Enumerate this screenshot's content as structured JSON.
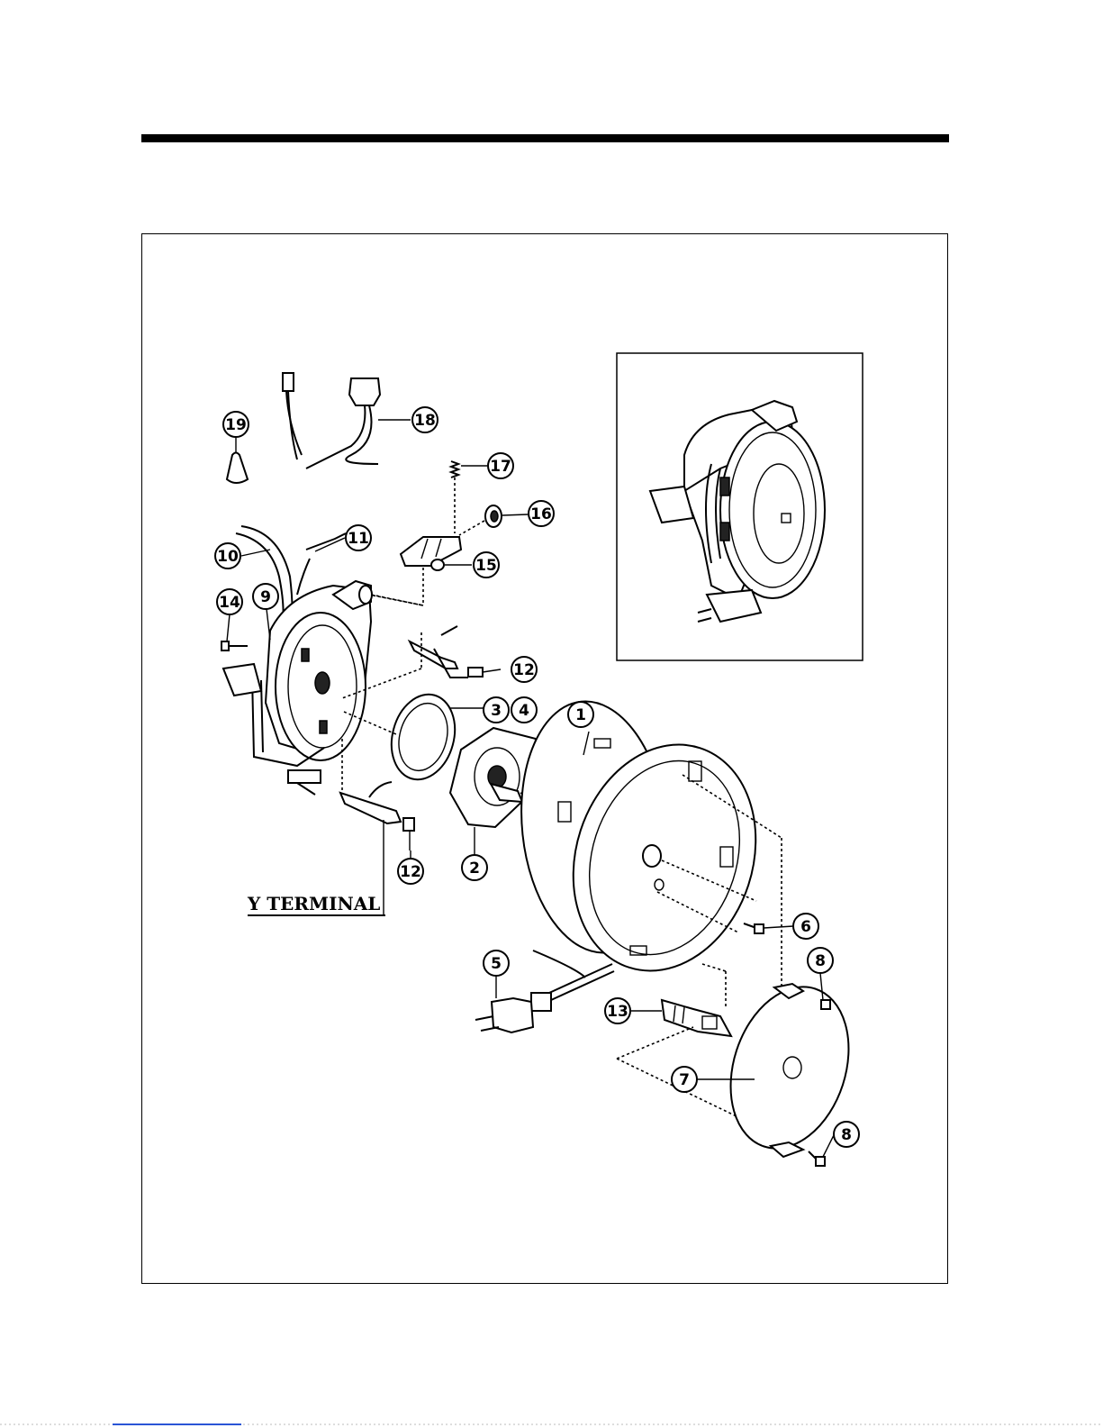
{
  "diagram": {
    "callouts": [
      {
        "id": "1",
        "label": "1"
      },
      {
        "id": "2",
        "label": "2"
      },
      {
        "id": "3",
        "label": "3"
      },
      {
        "id": "4",
        "label": "4"
      },
      {
        "id": "5",
        "label": "5"
      },
      {
        "id": "6",
        "label": "6"
      },
      {
        "id": "7",
        "label": "7"
      },
      {
        "id": "8a",
        "label": "8"
      },
      {
        "id": "8b",
        "label": "8"
      },
      {
        "id": "9",
        "label": "9"
      },
      {
        "id": "10",
        "label": "10"
      },
      {
        "id": "11",
        "label": "11"
      },
      {
        "id": "12a",
        "label": "12"
      },
      {
        "id": "12b",
        "label": "12"
      },
      {
        "id": "13",
        "label": "13"
      },
      {
        "id": "14",
        "label": "14"
      },
      {
        "id": "15",
        "label": "15"
      },
      {
        "id": "16",
        "label": "16"
      },
      {
        "id": "17",
        "label": "17"
      },
      {
        "id": "18",
        "label": "18"
      },
      {
        "id": "19",
        "label": "19"
      }
    ],
    "y_terminal_label": "Y TERMINAL"
  }
}
